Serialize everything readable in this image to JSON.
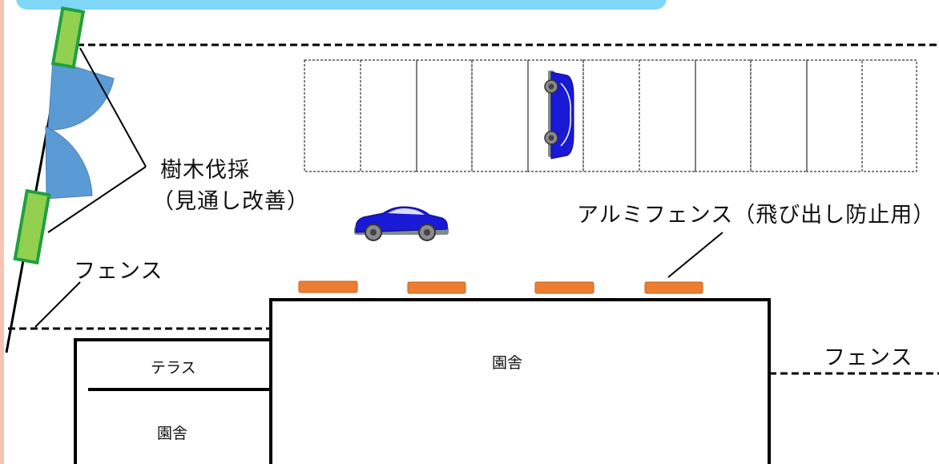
{
  "labels": {
    "tree_cutting": "樹木伐採",
    "visibility_improvement": "（見通し改善）",
    "aluminum_fence": "アルミフェンス（飛び出し防止用）",
    "fence_left": "フェンス",
    "fence_right": "フェンス",
    "terrace": "テラス",
    "building_main": "園舎",
    "building_small": "園舎"
  },
  "colors": {
    "header_bar": "#7fd6f7",
    "left_edge_strip": "#f7c4b4",
    "tree_green": "#92d050",
    "tree_border": "#1fa040",
    "view_fan": "#5b9bd5",
    "bollard_orange": "#ed7d31",
    "car_blue": "#1919d6",
    "car_tire": "#7f7f7f",
    "line": "#000000"
  },
  "parking": {
    "space_count": 11,
    "occupied_space_index": 4
  },
  "bollard_count": 4,
  "icons": [
    "car-top-view-icon",
    "car-side-view-icon",
    "tree-icon"
  ]
}
